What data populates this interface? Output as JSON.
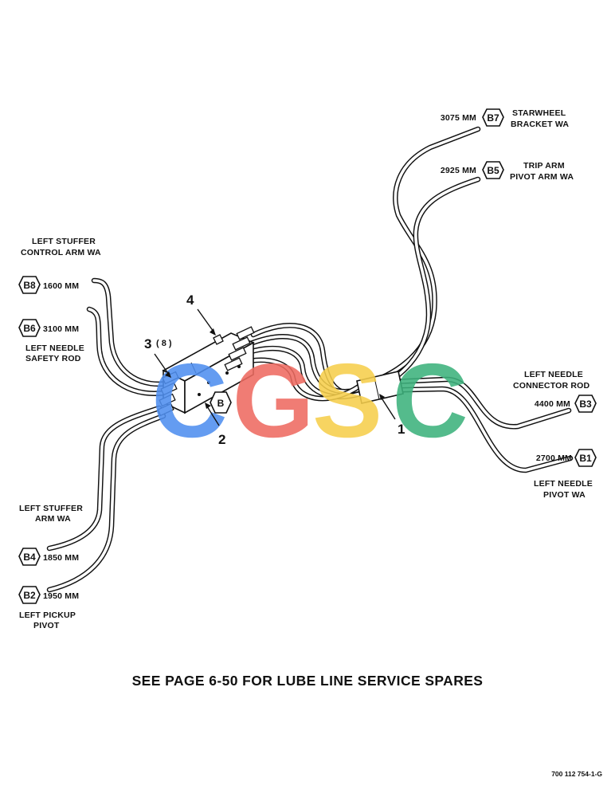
{
  "lines": [
    {
      "tag": "B7",
      "length": "3075 MM",
      "label_lines": [
        "STARWHEEL",
        "BRACKET WA"
      ]
    },
    {
      "tag": "B5",
      "length": "2925 MM",
      "label_lines": [
        "TRIP ARM",
        "PIVOT ARM WA"
      ]
    },
    {
      "tag": "B8",
      "length": "1600 MM",
      "label_lines": [
        "LEFT STUFFER",
        "CONTROL ARM WA"
      ]
    },
    {
      "tag": "B6",
      "length": "3100 MM",
      "label_lines": [
        "LEFT NEEDLE",
        "SAFETY ROD"
      ]
    },
    {
      "tag": "B3",
      "length": "4400 MM",
      "label_lines": [
        "LEFT NEEDLE",
        "CONNECTOR ROD"
      ]
    },
    {
      "tag": "B1",
      "length": "2700 MM",
      "label_lines": [
        "LEFT NEEDLE",
        "PIVOT WA"
      ]
    },
    {
      "tag": "B4",
      "length": "1850 MM",
      "label_lines": [
        "LEFT STUFFER",
        "ARM WA"
      ]
    },
    {
      "tag": "B2",
      "length": "1950 MM",
      "label_lines": [
        "LEFT PICKUP",
        "PIVOT"
      ]
    }
  ],
  "block_tag": "B",
  "callouts": {
    "c1": "1",
    "c2": "2",
    "c3": "3",
    "c3_qty": "( 8 )",
    "c4": "4"
  },
  "watermark": "CGSC",
  "watermark_colors": [
    "#4f8ff0",
    "#ee6b61",
    "#f6cf4c",
    "#3db27d"
  ],
  "caption": "SEE PAGE 6-50 FOR LUBE LINE SERVICE SPARES",
  "part_number": "700 112 754-1-G"
}
